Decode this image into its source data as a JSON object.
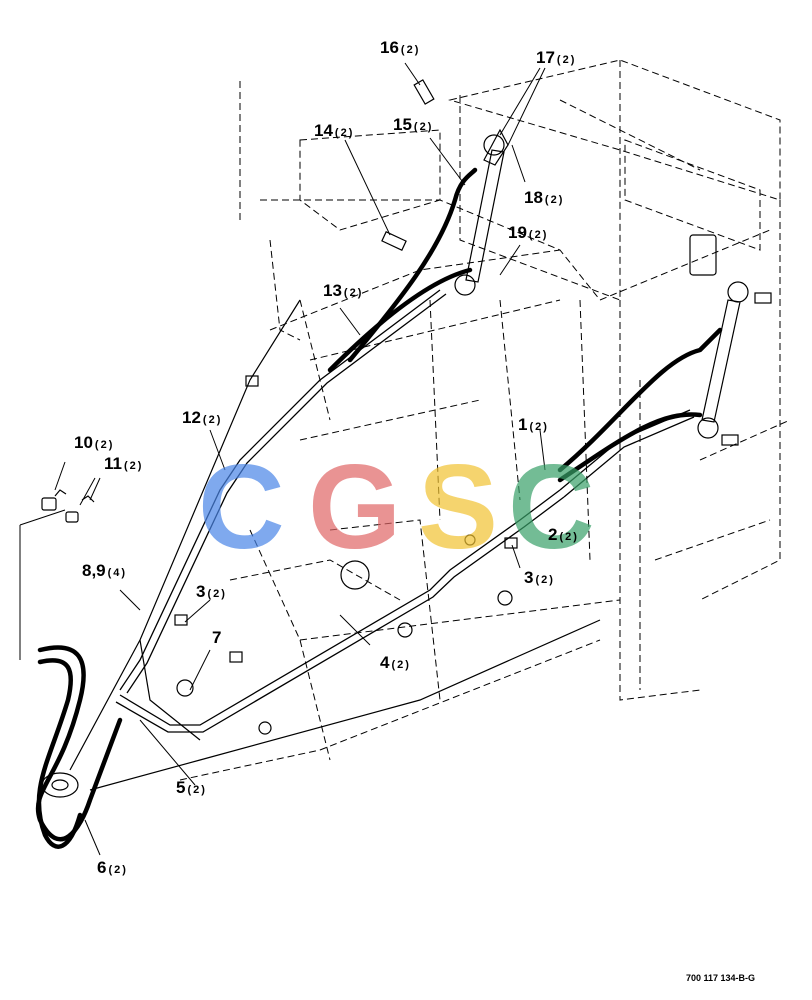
{
  "callouts": [
    {
      "num": "1",
      "qty": "(2)"
    },
    {
      "num": "2",
      "qty": "(2)"
    },
    {
      "num": "3",
      "qty": "(2)"
    },
    {
      "num": "3",
      "qty": "(2)"
    },
    {
      "num": "4",
      "qty": "(2)"
    },
    {
      "num": "5",
      "qty": "(2)"
    },
    {
      "num": "6",
      "qty": "(2)"
    },
    {
      "num": "7",
      "qty": ""
    },
    {
      "num": "8,9",
      "qty": "(4)"
    },
    {
      "num": "10",
      "qty": "(2)"
    },
    {
      "num": "11",
      "qty": "(2)"
    },
    {
      "num": "12",
      "qty": "(2)"
    },
    {
      "num": "13",
      "qty": "(2)"
    },
    {
      "num": "14",
      "qty": "(2)"
    },
    {
      "num": "15",
      "qty": "(2)"
    },
    {
      "num": "16",
      "qty": "(2)"
    },
    {
      "num": "17",
      "qty": "(2)"
    },
    {
      "num": "18",
      "qty": "(2)"
    },
    {
      "num": "19",
      "qty": "(2)"
    }
  ],
  "watermark": {
    "letters": [
      "C",
      "G",
      "S",
      "C"
    ],
    "colors": [
      "#4a86e8",
      "#e06666",
      "#f1c232",
      "#38a169"
    ]
  },
  "document_number": "700 117 134-B-G"
}
